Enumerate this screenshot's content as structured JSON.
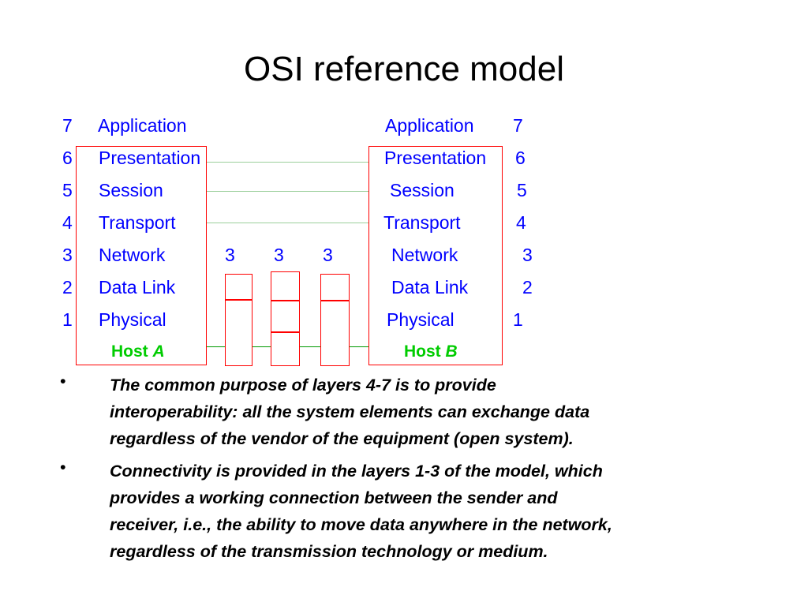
{
  "title": "OSI reference model",
  "colors": {
    "layer_text": "#0000ff",
    "box": "#ff0000",
    "host_label": "#00cc00",
    "link": "#009900"
  },
  "layers_left": [
    {
      "num": "7",
      "name": "Application"
    },
    {
      "num": "6",
      "name": "Presentation"
    },
    {
      "num": "5",
      "name": "Session"
    },
    {
      "num": "4",
      "name": "Transport"
    },
    {
      "num": "3",
      "name": "Network"
    },
    {
      "num": "2",
      "name": "Data Link"
    },
    {
      "num": "1",
      "name": "Physical"
    }
  ],
  "layers_right": [
    {
      "num": "7",
      "name": "Application"
    },
    {
      "num": "6",
      "name": "Presentation"
    },
    {
      "num": "5",
      "name": "Session"
    },
    {
      "num": "4",
      "name": "Transport"
    },
    {
      "num": "3",
      "name": "Network"
    },
    {
      "num": "2",
      "name": "Data Link"
    },
    {
      "num": "1",
      "name": "Physical"
    }
  ],
  "relay_labels": [
    "3",
    "3",
    "3"
  ],
  "host_a": {
    "prefix": "Host ",
    "letter": "A"
  },
  "host_b": {
    "prefix": "Host ",
    "letter": "B"
  },
  "bullets": [
    {
      "symbol": "•",
      "lines": [
        "The common purpose of layers 4-7 is to provide",
        "interoperability: all the system elements can exchange data",
        "regardless of the vendor of the equipment (open system)."
      ]
    },
    {
      "symbol": "•",
      "lines": [
        "Connectivity is provided in the layers 1-3 of the model, which",
        "provides a working connection between the sender and",
        "receiver, i.e., the ability to move data anywhere in the network,",
        "regardless of the transmission technology or medium."
      ]
    }
  ]
}
